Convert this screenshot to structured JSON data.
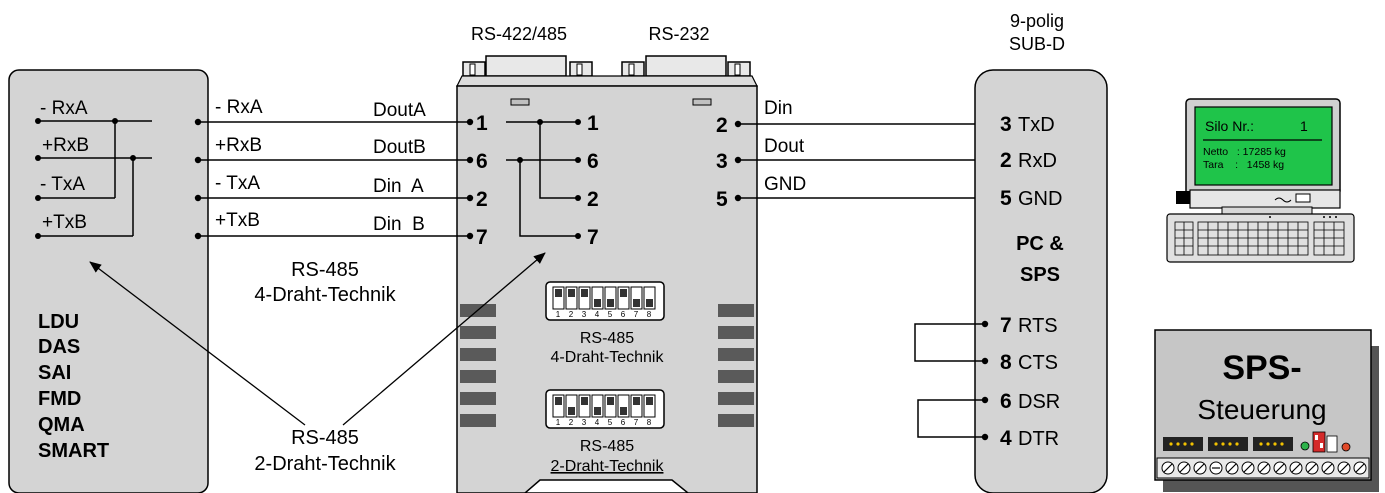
{
  "header": {
    "rs422_485": "RS-422/485",
    "rs232": "RS-232",
    "sub_d_line1": "9-polig",
    "sub_d_line2": "SUB-D"
  },
  "left_device": {
    "terminals": [
      "- RxA",
      "+RxB",
      "- TxA",
      "+TxB"
    ],
    "devices": [
      "LDU",
      "DAS",
      "SAI",
      "FMD",
      "QMA",
      "SMART"
    ]
  },
  "wires_4wire": [
    {
      "name_left": "- RxA",
      "signal": "DoutA",
      "pin": "1"
    },
    {
      "name_left": "+RxB",
      "signal": "DoutB",
      "pin": "6"
    },
    {
      "name_left": "- TxA",
      "signal": "Din  A",
      "pin": "2"
    },
    {
      "name_left": "+TxB",
      "signal": "Din  B",
      "pin": "7"
    }
  ],
  "converter": {
    "left_pins": [
      "1",
      "6",
      "2",
      "7"
    ],
    "inner_pins": [
      "1",
      "6",
      "2",
      "7"
    ],
    "rs232_pins": [
      "2",
      "3",
      "5"
    ],
    "dip_numbers": [
      "1",
      "2",
      "3",
      "4",
      "5",
      "6",
      "7",
      "8"
    ],
    "dip1_label1": "RS-485",
    "dip1_label2": "4-Draht-Technik",
    "dip2_label1": "RS-485",
    "dip2_label2": "2-Draht-Technik"
  },
  "rs232_wires": [
    {
      "signal": "Din",
      "pin_num": "3",
      "pin_name": "TxD"
    },
    {
      "signal": "Dout",
      "pin_num": "2",
      "pin_name": "RxD"
    },
    {
      "signal": "GND",
      "pin_num": "5",
      "pin_name": "GND"
    }
  ],
  "pc_box": {
    "title1": "PC &",
    "title2": "SPS",
    "handshake": [
      {
        "pin_num": "7",
        "pin_name": "RTS"
      },
      {
        "pin_num": "8",
        "pin_name": "CTS"
      },
      {
        "pin_num": "6",
        "pin_name": "DSR"
      },
      {
        "pin_num": "4",
        "pin_name": "DTR"
      }
    ]
  },
  "labels": {
    "four_wire_1": "RS-485",
    "four_wire_2": "4-Draht-Technik",
    "two_wire_1": "RS-485",
    "two_wire_2": "2-Draht-Technik"
  },
  "monitor": {
    "silo_label": "Silo Nr.:",
    "silo_value": "1",
    "netto": "Netto   : 17285 kg",
    "tara": "Tara    :   1458 kg",
    "screen_color": "#1fc44a"
  },
  "sps": {
    "title": "SPS-",
    "subtitle": "Steuerung"
  }
}
